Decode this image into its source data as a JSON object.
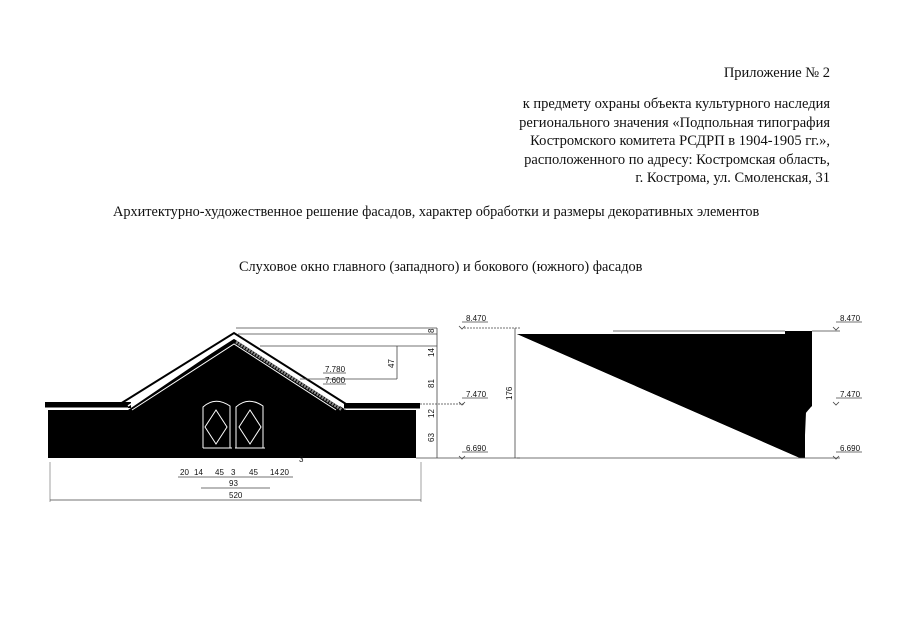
{
  "appendix": {
    "label": "Приложение № 2"
  },
  "header": {
    "lines": [
      "к предмету охраны объекта культурного наследия",
      "регионального значения «Подпольная типография",
      "Костромского комитета РСДРП в 1904-1905 гг.»,",
      "расположенного по адресу: Костромская область,",
      "г. Кострома, ул. Смоленская, 31"
    ]
  },
  "section_title": "Архитектурно-художественное решение фасадов, характер обработки и размеры декоративных элементов",
  "drawing_title": "Слуховое окно главного (западного) и бокового (южного) фасадов",
  "front_facade": {
    "level_marks": [
      "8.470",
      "7.470",
      "6.690"
    ],
    "inner_marks": [
      "7.780",
      "7.600"
    ],
    "vertical_dims": [
      "8",
      "14",
      "81",
      "12",
      "63",
      "47",
      "176"
    ],
    "horizontal_dims": [
      "20",
      "14",
      "45",
      "3",
      "45",
      "14",
      "20"
    ],
    "total_window_width": "93",
    "total_width": "520",
    "small_label": "3"
  },
  "side_facade": {
    "level_marks": [
      "8.470",
      "7.470",
      "6.690"
    ],
    "height_dim": "176"
  },
  "colors": {
    "ink": "#000000",
    "paper": "#ffffff",
    "dim_line": "#444444"
  }
}
